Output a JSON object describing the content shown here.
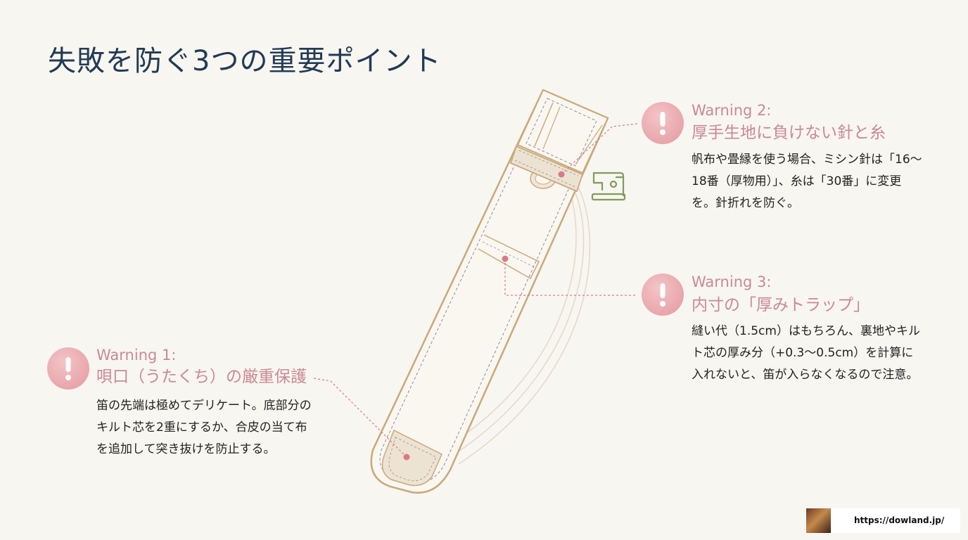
{
  "title": "失敗を防ぐ3つの重要ポイント",
  "warnings": [
    {
      "label": "Warning 1:",
      "heading": "唄口（うたくち）の厳重保護",
      "body": "笛の先端は極めてデリケート。底部分のキルト芯を2重にするか、合皮の当て布を追加して突き抜けを防止する。"
    },
    {
      "label": "Warning 2:",
      "heading": "厚手生地に負けない針と糸",
      "body": "帆布や畳縁を使う場合、ミシン針は「16〜18番（厚物用）」、糸は「30番」に変更を。針折れを防ぐ。"
    },
    {
      "label": "Warning 3:",
      "heading": "内寸の「厚みトラップ」",
      "body": "縫い代（1.5cm）はもちろん、裏地やキルト芯の厚み分（+0.3〜0.5cm）を計算に入れないと、笛が入らなくなるので注意。"
    }
  ],
  "footer": {
    "url": "https://dowland.jp/"
  },
  "colors": {
    "background": "#f8f6f1",
    "title": "#223a55",
    "accent_pink": "#c98a93",
    "marker": "#d9798a",
    "case_outline": "#c9a97a",
    "sewing_machine": "#7e9c5a"
  },
  "icons": [
    "exclamation-icon",
    "sewing-machine-icon"
  ]
}
